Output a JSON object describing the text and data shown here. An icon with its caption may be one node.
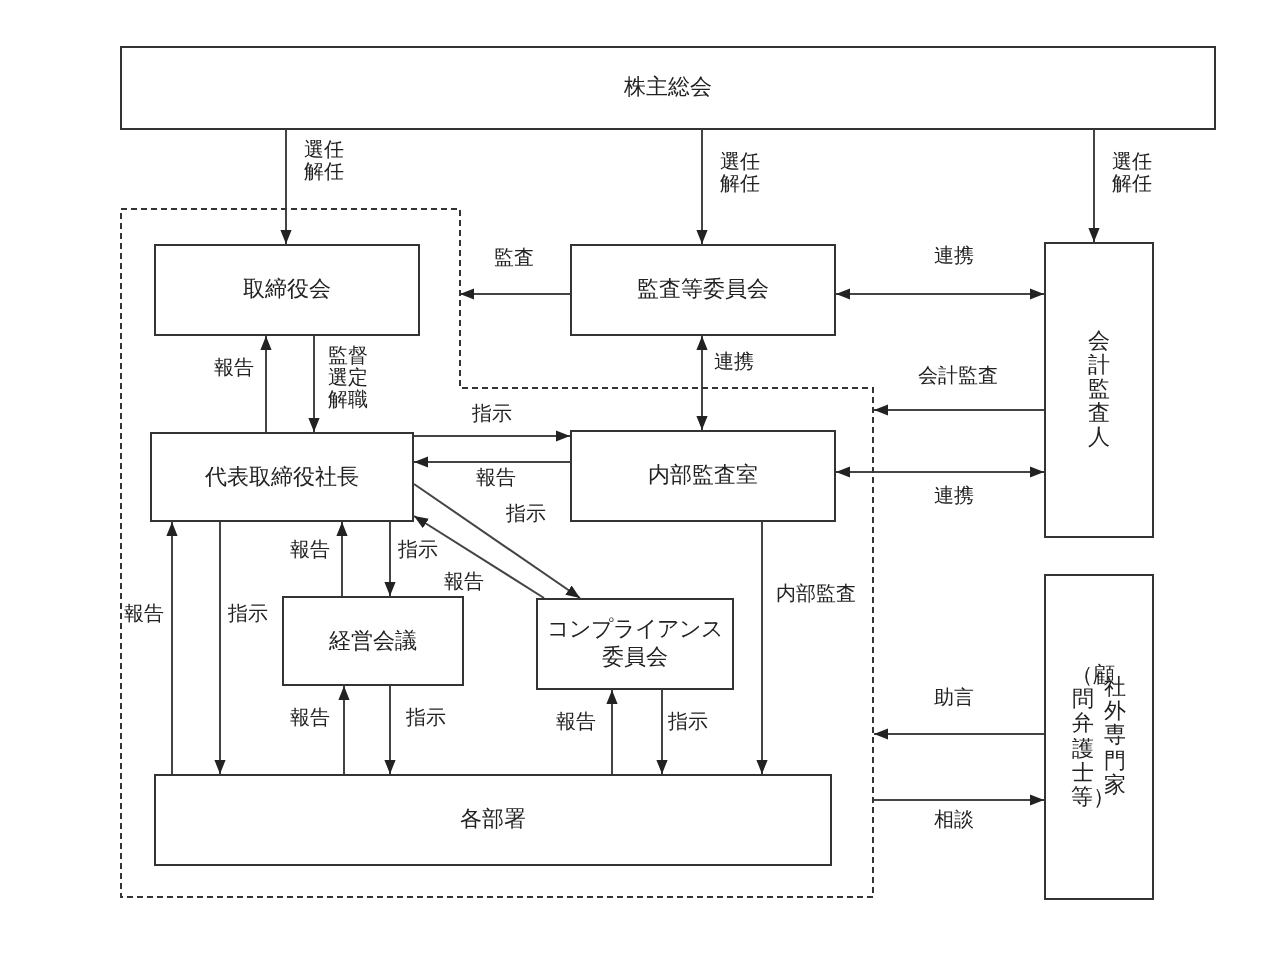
{
  "diagram": {
    "nodes": [
      {
        "text": [
          "株主総会"
        ]
      },
      {
        "text": [],
        "shape": "polygon"
      },
      {
        "text": [
          "取締役会"
        ],
        "in": 1
      },
      {
        "text": [
          "監査等委員会"
        ]
      },
      {
        "text": [
          "会計監査人"
        ]
      },
      {
        "text": [
          "代表取締役社長"
        ],
        "in": 1
      },
      {
        "text": [
          "内部監査室"
        ],
        "in": 1
      },
      {
        "text": [
          "経営会議"
        ],
        "in": 1
      },
      {
        "text": [
          "コンプライアンス委員会"
        ],
        "in": 1
      },
      {
        "text": [
          "社外専門家",
          "（顧問弁護士等）"
        ]
      },
      {
        "text": [
          "各部署"
        ],
        "in": 1
      }
    ],
    "edges": [
      {
        "from": 0,
        "to": 2,
        "arrow": "to",
        "label": "選任解任"
      },
      {
        "from": 0,
        "to": 3,
        "arrow": "to",
        "label": "選任解任"
      },
      {
        "from": 0,
        "to": 4,
        "arrow": "to",
        "label": "選任解任"
      },
      {
        "from": 3,
        "to": 1,
        "arrow": "to",
        "label": "監査"
      },
      {
        "from": 3,
        "to": 4,
        "arrow": "both",
        "label": "連携"
      },
      {
        "from": 3,
        "to": 6,
        "arrow": "both",
        "label": "連携"
      },
      {
        "from": 4,
        "to": 1,
        "arrow": "to",
        "label": "会計監査"
      },
      {
        "from": 6,
        "to": 4,
        "arrow": "both",
        "label": "連携"
      },
      {
        "from": 5,
        "to": 2,
        "arrow": "to",
        "label": "報告"
      },
      {
        "from": 2,
        "to": 5,
        "arrow": "to",
        "label": "監督選定解職"
      },
      {
        "from": 5,
        "to": 6,
        "arrow": "to",
        "label": "指示"
      },
      {
        "from": 6,
        "to": 5,
        "arrow": "to",
        "label": "報告"
      },
      {
        "from": 5,
        "to": 8,
        "arrow": "to",
        "label": "指示"
      },
      {
        "from": 8,
        "to": 5,
        "arrow": "to",
        "label": "報告"
      },
      {
        "from": 7,
        "to": 5,
        "arrow": "to",
        "label": "報告"
      },
      {
        "from": 5,
        "to": 7,
        "arrow": "to",
        "label": "指示"
      },
      {
        "from": 10,
        "to": 5,
        "arrow": "to",
        "label": "報告"
      },
      {
        "from": 5,
        "to": 10,
        "arrow": "to",
        "label": "指示"
      },
      {
        "from": 10,
        "to": 7,
        "arrow": "to",
        "label": "報告"
      },
      {
        "from": 7,
        "to": 10,
        "arrow": "to",
        "label": "指示"
      },
      {
        "from": 10,
        "to": 8,
        "arrow": "to",
        "label": "報告"
      },
      {
        "from": 8,
        "to": 10,
        "arrow": "to",
        "label": "指示"
      },
      {
        "from": 6,
        "to": 10,
        "arrow": "to",
        "label": "内部監査"
      },
      {
        "from": 9,
        "to": 1,
        "arrow": "to",
        "label": "助言"
      },
      {
        "from": 1,
        "to": 9,
        "arrow": "to",
        "label": "相談"
      }
    ]
  }
}
